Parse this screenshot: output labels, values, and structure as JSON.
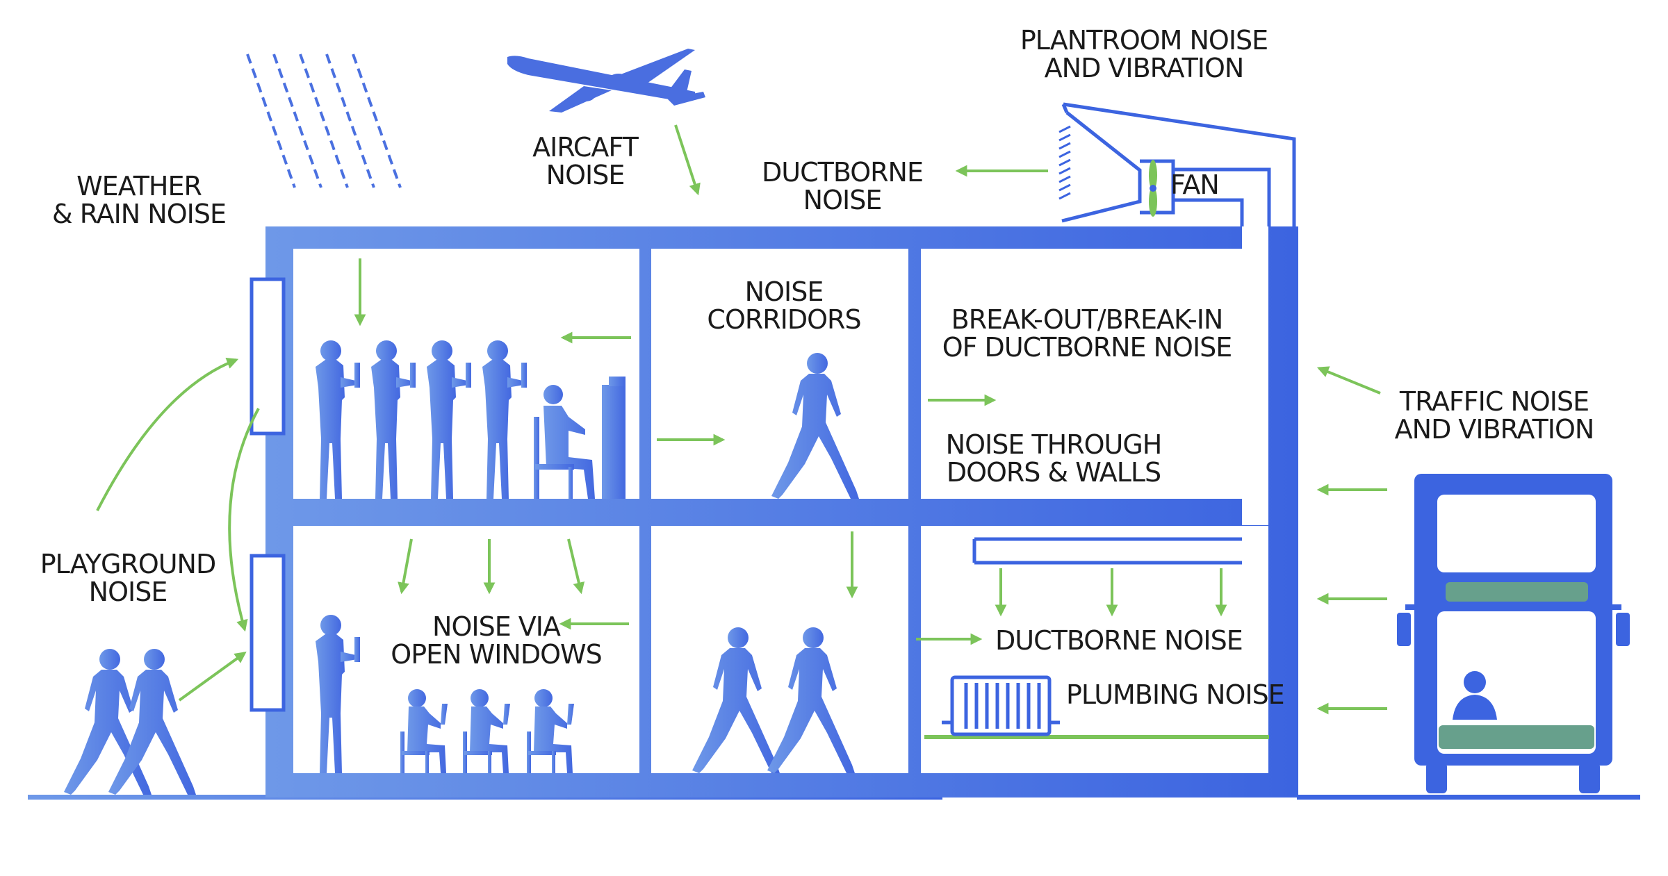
{
  "colors": {
    "structure_light": "#6e98e8",
    "structure_dark": "#3c64e0",
    "arrow": "#7cc45a",
    "people": "#4a6ee0",
    "bus_band": "#67a08c",
    "text": "#1a1a1a"
  },
  "labels": {
    "weather_1": "WEATHER",
    "weather_2": "& RAIN NOISE",
    "aircraft_1": "AIRCAFT",
    "aircraft_2": "NOISE",
    "ductborne_top_1": "DUCTBORNE",
    "ductborne_top_2": "NOISE",
    "plantroom_1": "PLANTROOM NOISE",
    "plantroom_2": "AND VIBRATION",
    "fan": "FAN",
    "noise_corridors_1": "NOISE",
    "noise_corridors_2": "CORRIDORS",
    "breakout_1": "BREAK-OUT/BREAK-IN",
    "breakout_2": "OF DUCTBORNE NOISE",
    "doors_walls_1": "NOISE THROUGH",
    "doors_walls_2": "DOORS & WALLS",
    "traffic_1": "TRAFFIC NOISE",
    "traffic_2": "AND VIBRATION",
    "playground_1": "PLAYGROUND",
    "playground_2": "NOISE",
    "open_windows_1": "NOISE VIA",
    "open_windows_2": "OPEN WINDOWS",
    "ductborne_low": "DUCTBORNE NOISE",
    "plumbing": "PLUMBING NOISE"
  },
  "icons": {
    "rain": "rain-icon",
    "aircraft": "airplane-icon",
    "fan": "fan-icon",
    "bus": "double-decker-bus-icon",
    "radiator": "radiator-icon",
    "person_walking": "walking-person-icon",
    "person_standing": "standing-person-with-book-icon",
    "person_seated": "seated-person-icon"
  }
}
